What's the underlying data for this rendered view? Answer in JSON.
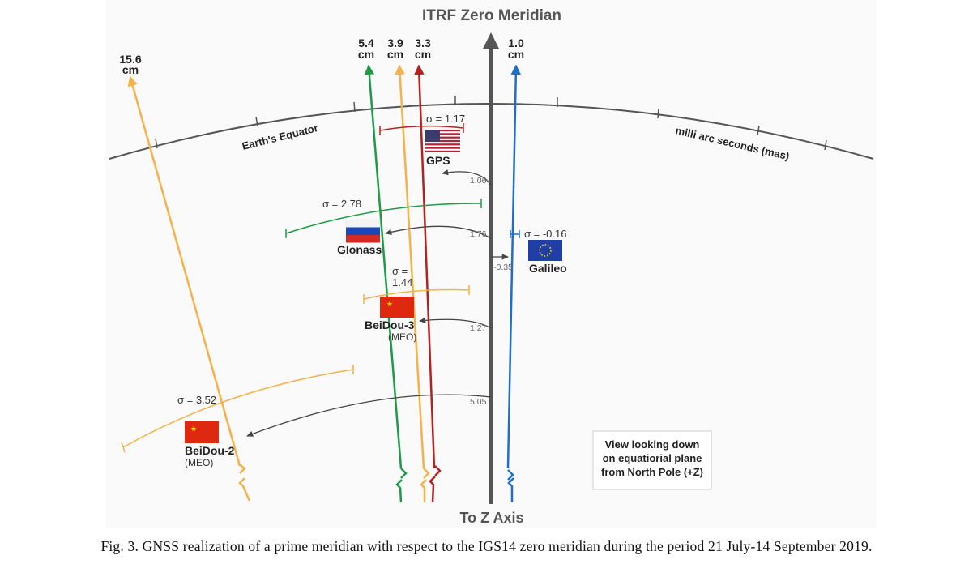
{
  "title": "ITRF Zero Meridian",
  "bottom_label": "To Z Axis",
  "equator_label": "Earth's Equator",
  "scale_label": "milli arc seconds (mas)",
  "view_note": [
    "View looking down",
    "on equatiorial plane",
    "from North Pole (+Z)"
  ],
  "caption": "Fig. 3. GNSS realization of a prime meridian with respect to the IGS14 zero meridian during the period 21 July-14 September 2019.",
  "colors": {
    "gps": "#b22222",
    "glonass": "#1f9a46",
    "galileo": "#1f6fc4",
    "beidou": "#f5b14a",
    "axis": "#555555",
    "arrow": "#444444"
  },
  "systems": [
    {
      "id": "gps",
      "name": "GPS",
      "offset_mas": "1.06",
      "sigma": "σ = 1.17",
      "cm_value": "3.3",
      "cm_unit": "cm",
      "flag": "us-flag"
    },
    {
      "id": "glonass",
      "name": "Glonass",
      "offset_mas": "1.76",
      "sigma": "σ = 2.78",
      "cm_value": "5.4",
      "cm_unit": "cm",
      "flag": "russia-flag"
    },
    {
      "id": "galileo",
      "name": "Galileo",
      "offset_mas": "-0.35",
      "sigma": "σ = -0.16",
      "cm_value": "1.0",
      "cm_unit": "cm",
      "flag": "eu-flag"
    },
    {
      "id": "beidou3",
      "name": "BeiDou-3",
      "subname": "(MEO)",
      "offset_mas": "1.27",
      "sigma_lines": [
        "σ =",
        "1.44"
      ],
      "cm_value": "3.9",
      "cm_unit": "cm",
      "flag": "china-flag"
    },
    {
      "id": "beidou2",
      "name": "BeiDou-2",
      "subname": "(MEO)",
      "offset_mas": "5.05",
      "sigma": "σ = 3.52",
      "cm_value": "15.6",
      "cm_unit": "cm",
      "flag": "china-flag"
    }
  ]
}
